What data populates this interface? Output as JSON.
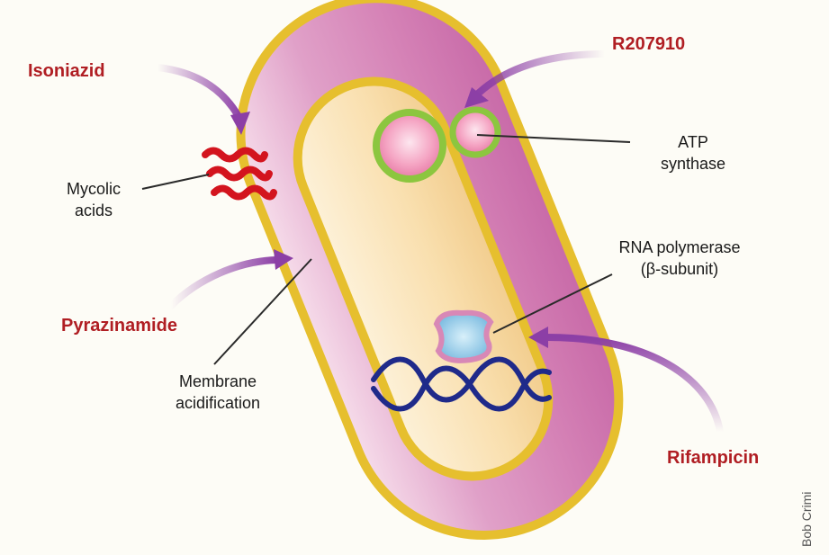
{
  "drugs": {
    "isoniazid": "Isoniazid",
    "r207910": "R207910",
    "pyrazinamide": "Pyrazinamide",
    "rifampicin": "Rifampicin"
  },
  "targets": {
    "mycolic_line1": "Mycolic",
    "mycolic_line2": "acids",
    "atp_line1": "ATP",
    "atp_line2": "synthase",
    "rna_line1": "RNA polymerase",
    "rna_line2": "(β-subunit)",
    "membrane_line1": "Membrane",
    "membrane_line2": "acidification"
  },
  "credit": "Bob Crimi",
  "colors": {
    "drug_label": "#b01e23",
    "arrow": "#8c3fa6",
    "cell_wall": "#d88ab9",
    "membrane_outline": "#e8c23a",
    "cytoplasm": "#f8ddb0",
    "dna": "#1f2a8a",
    "mycolic_acid": "#d3141e"
  }
}
